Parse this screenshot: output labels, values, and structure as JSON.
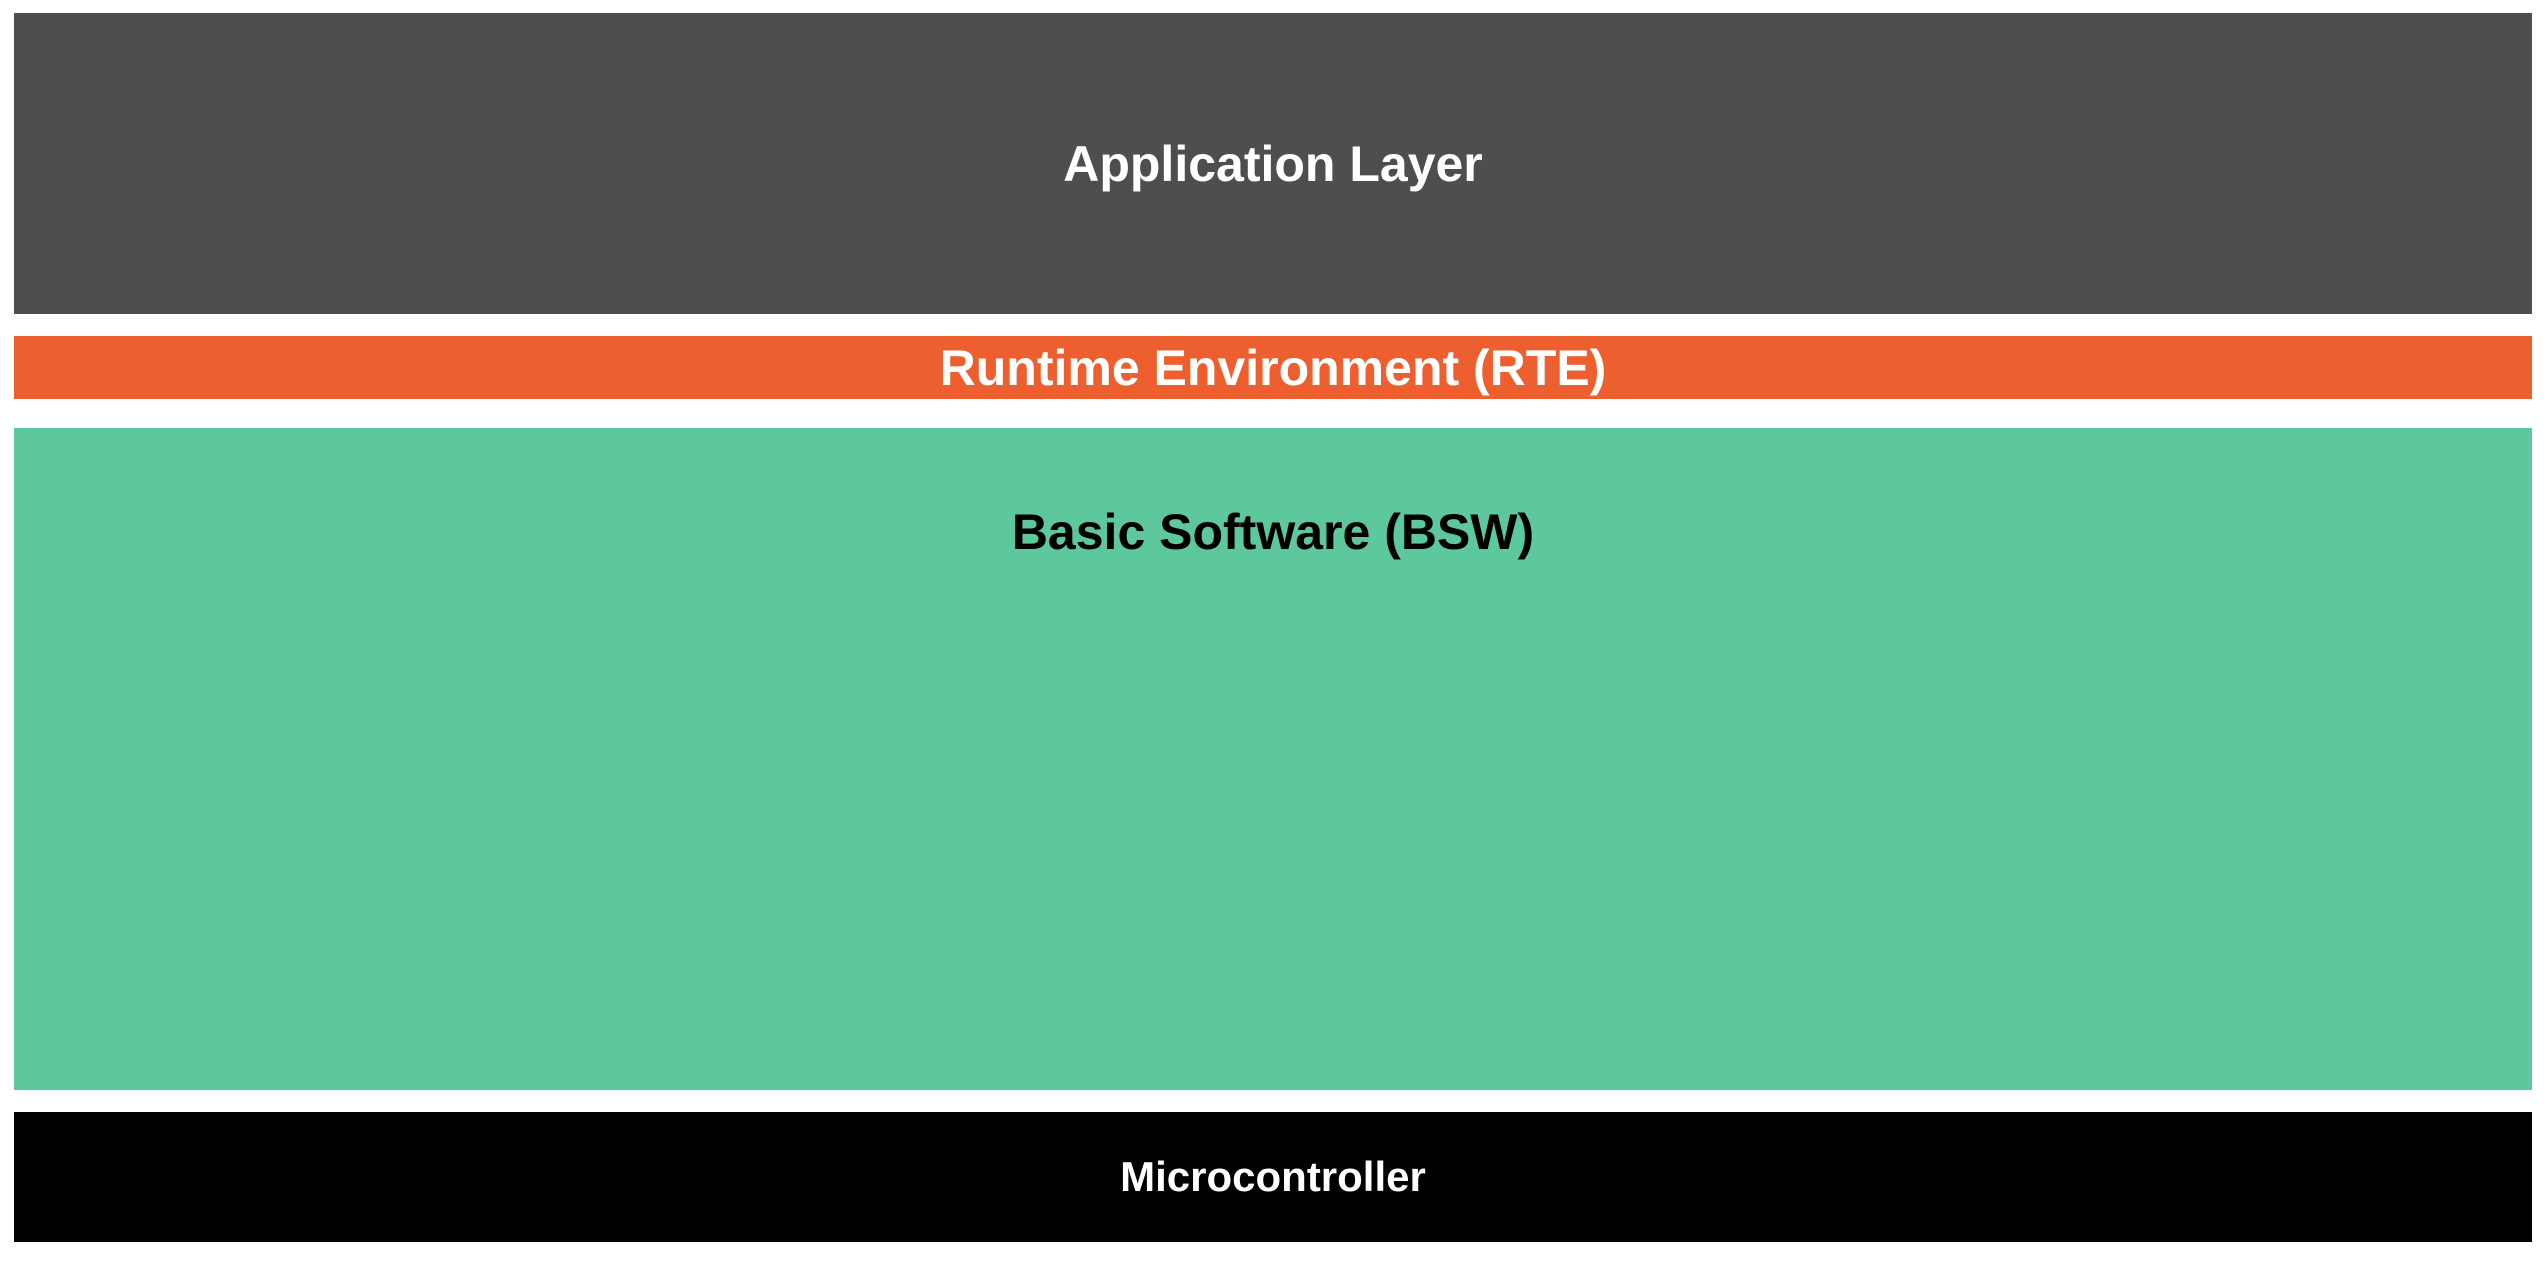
{
  "layers": [
    {
      "id": "app",
      "label": "Application Layer",
      "bg": "#4e4e4e",
      "fg": "#ffffff"
    },
    {
      "id": "rte",
      "label": "Runtime Environment (RTE)",
      "bg": "#ed5f2e",
      "fg": "#ffffff"
    },
    {
      "id": "bsw",
      "label": "Basic Software (BSW)",
      "bg": "#5ec89d",
      "fg": "#000000"
    },
    {
      "id": "mcu",
      "label": "Microcontroller",
      "bg": "#000000",
      "fg": "#ffffff"
    }
  ]
}
